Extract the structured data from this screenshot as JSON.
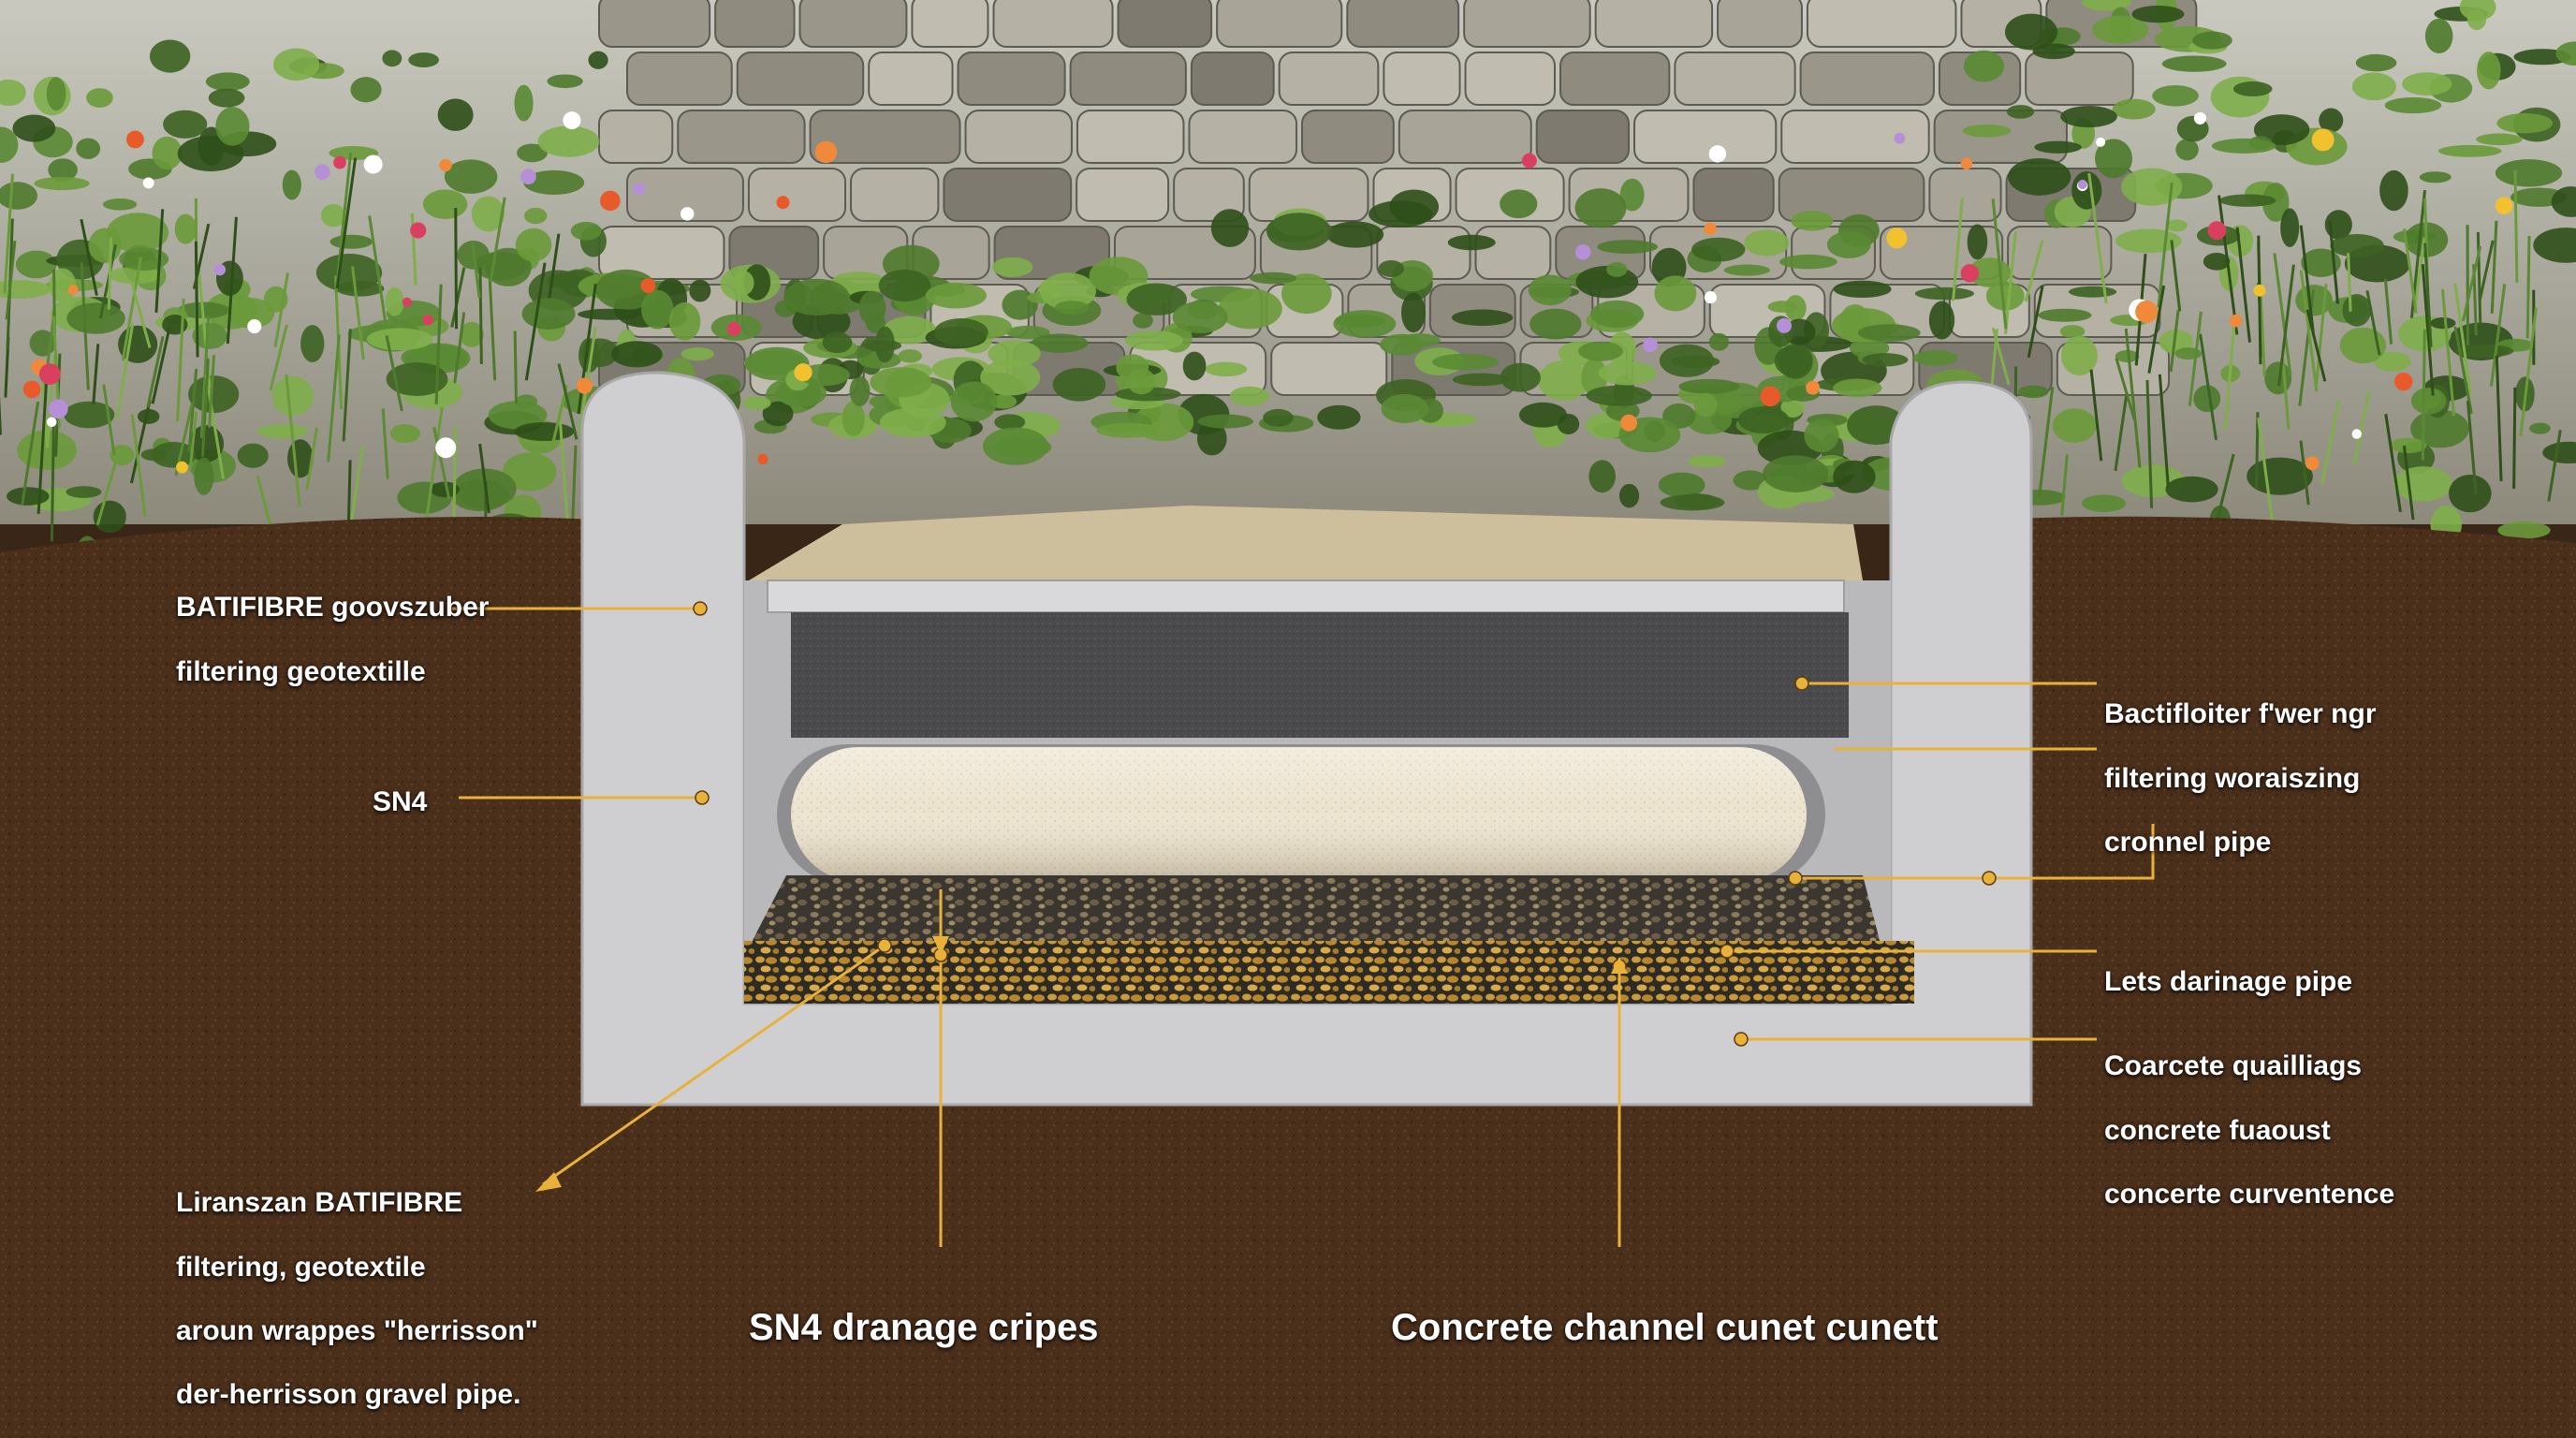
{
  "labels": {
    "batifibre_top": [
      "BATIFIBRE goovszuber",
      "filtering geotextille"
    ],
    "sn4": [
      "SN4"
    ],
    "bactifloiter": [
      "Bactifloiter f'wer ngr",
      "filtering woraiszing",
      "cronnel pipe"
    ],
    "lets_drainage": [
      "Lets darinage pipe"
    ],
    "coarcete": [
      "Coarcete quailliags",
      "concrete fuaoust",
      "concerte curventence"
    ],
    "liranszan": [
      "Liranszan BATIFIBRE",
      "filtering, geotextile",
      "aroun wrappes \"herrisson\"",
      "der-herrisson gravel pipe."
    ],
    "sn4_dranage": [
      "SN4 dranage cripes"
    ],
    "concrete_channel": [
      "Concrete channel cunet cunett"
    ]
  },
  "colors": {
    "soil": "#4a2f1b",
    "concrete": "#cfcfd1",
    "geotextile": "#4a4a4c",
    "pipe": "#ece3cf",
    "gravel": "#c89a3a",
    "leader": "#e8b23a",
    "wall": "#9e9a8e",
    "foliage": "#4f7a2c"
  }
}
